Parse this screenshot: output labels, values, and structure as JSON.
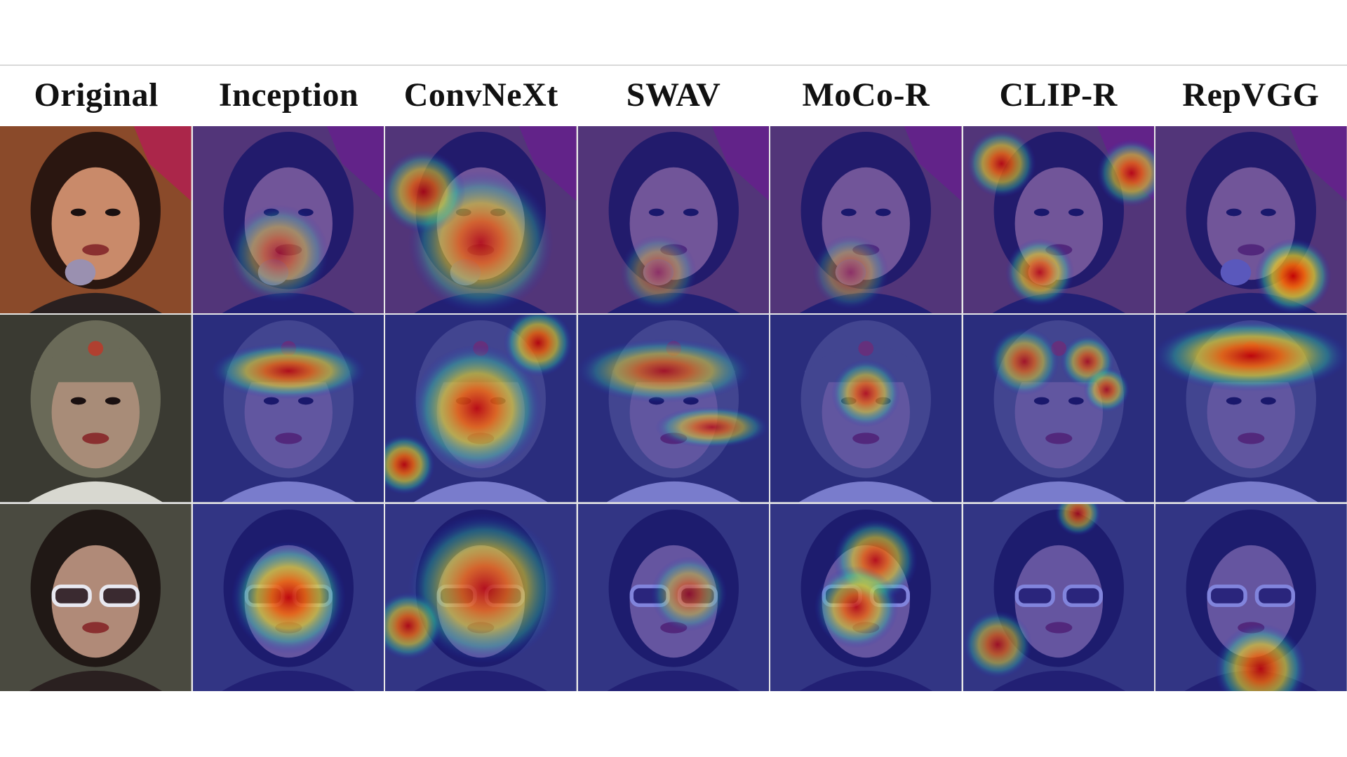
{
  "figure": {
    "columns": [
      "Original",
      "Inception",
      "ConvNeXt",
      "SWAV",
      "MoCo-R",
      "CLIP-R",
      "RepVGG"
    ],
    "rows": [
      {
        "subject": "woman-with-microphone",
        "base_colors": {
          "bg": "#8a4a2a",
          "skin": "#c98a6a",
          "hair": "#2a1610",
          "accent": "#b02050"
        },
        "cells": [
          {
            "heat": "none"
          },
          {
            "heat": "blob",
            "level": 0.55,
            "spot": "mouth-mic"
          },
          {
            "heat": "wide",
            "level": 0.75,
            "spot": "mouth"
          },
          {
            "heat": "blob",
            "level": 0.45,
            "spot": "mic"
          },
          {
            "heat": "blob",
            "level": 0.45,
            "spot": "mic"
          },
          {
            "heat": "multi",
            "level": 0.8,
            "spot": "mic-top-right"
          },
          {
            "heat": "blob",
            "level": 0.95,
            "spot": "bottom-right"
          }
        ]
      },
      {
        "subject": "man-with-cap",
        "base_colors": {
          "bg": "#3a3a32",
          "skin": "#a88c78",
          "hair": "#6a6a58",
          "accent": "#8a8a70"
        },
        "cells": [
          {
            "heat": "none"
          },
          {
            "heat": "band",
            "level": 0.8,
            "spot": "cap"
          },
          {
            "heat": "wide",
            "level": 0.85,
            "spot": "face"
          },
          {
            "heat": "band",
            "level": 0.7,
            "spot": "cap-wide"
          },
          {
            "heat": "blob",
            "level": 0.75,
            "spot": "forehead"
          },
          {
            "heat": "multi",
            "level": 0.7,
            "spot": "cap-spots"
          },
          {
            "heat": "band",
            "level": 0.9,
            "spot": "cap-full"
          }
        ]
      },
      {
        "subject": "woman-with-sunglasses",
        "base_colors": {
          "bg": "#4a4a40",
          "skin": "#b08a78",
          "hair": "#201815",
          "accent": "#e8e8f0"
        },
        "cells": [
          {
            "heat": "none"
          },
          {
            "heat": "blob",
            "level": 0.9,
            "spot": "glasses"
          },
          {
            "heat": "wide",
            "level": 0.8,
            "spot": "glasses-wide"
          },
          {
            "heat": "blob",
            "level": 0.6,
            "spot": "glasses-small"
          },
          {
            "heat": "multi",
            "level": 0.8,
            "spot": "eyebrows"
          },
          {
            "heat": "blob",
            "level": 0.7,
            "spot": "left-side"
          },
          {
            "heat": "blob",
            "level": 0.85,
            "spot": "chin"
          }
        ]
      }
    ]
  }
}
